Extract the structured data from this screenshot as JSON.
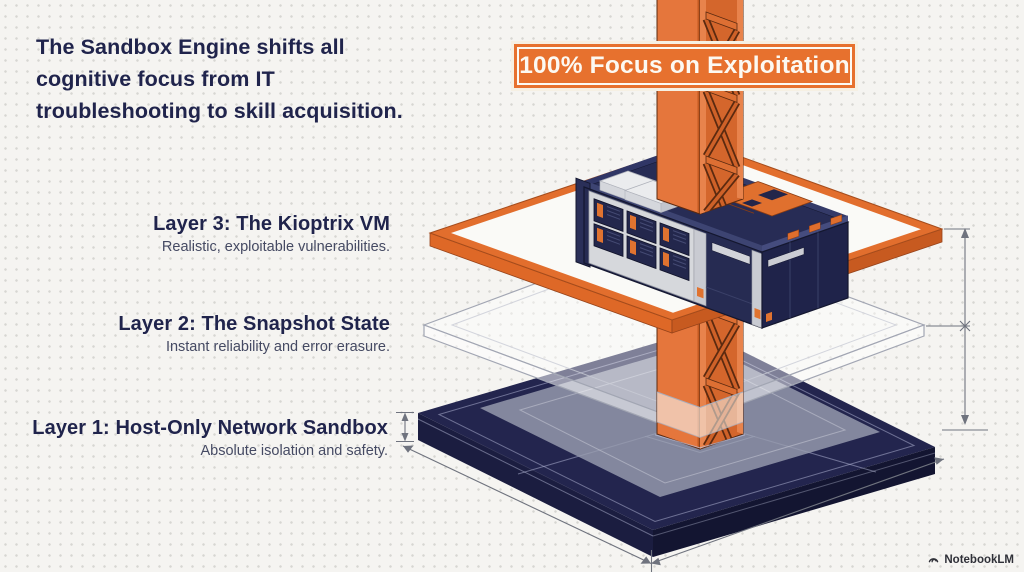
{
  "headline_lines": [
    "The Sandbox Engine shifts all",
    "cognitive focus from IT",
    "troubleshooting to skill acquisition."
  ],
  "banner": {
    "label": "100% Focus on Exploitation"
  },
  "layers": [
    {
      "title": "Layer 3: The Kioptrix VM",
      "subtitle": "Realistic, exploitable vulnerabilities."
    },
    {
      "title": "Layer 2: The Snapshot State",
      "subtitle": "Instant reliability and error erasure."
    },
    {
      "title": "Layer 1: Host-Only Network Sandbox",
      "subtitle": "Absolute isolation and safety."
    }
  ],
  "watermark": {
    "label": "NotebookLM"
  },
  "icons": {
    "watermark": "notebooklm-swirl-icon"
  },
  "colors": {
    "accent_orange": "#E7712E",
    "orange_dark": "#C95B20",
    "truss_outline": "#5B2A10",
    "navy_platform": "#23254E",
    "navy_deep": "#14172F",
    "background": "#F5F4F1",
    "text_primary": "#20244C",
    "text_secondary": "#454A63",
    "glass_outline": "#A2A6B3",
    "banner_text": "#FCF9F2"
  }
}
